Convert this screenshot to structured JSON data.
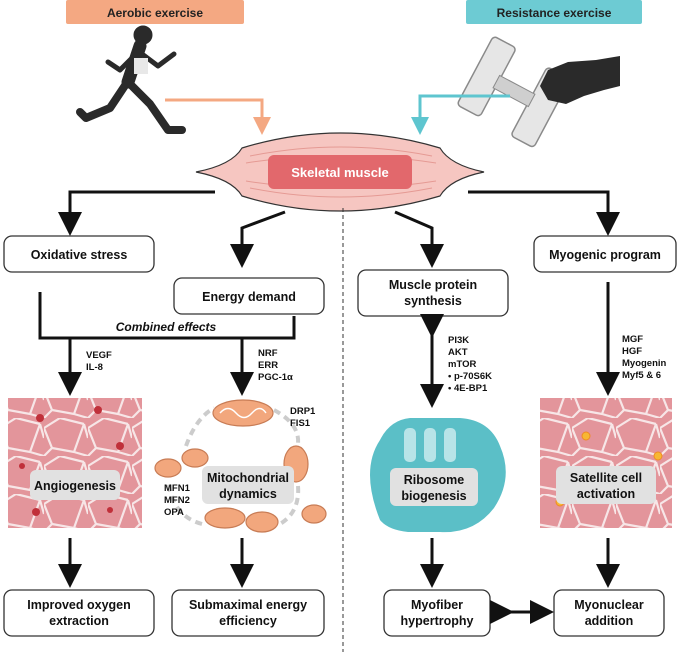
{
  "headers": {
    "aerobic": "Aerobic exercise",
    "resistance": "Resistance exercise"
  },
  "center": {
    "muscle": "Skeletal muscle"
  },
  "boxes": {
    "oxidative_stress": "Oxidative stress",
    "energy_demand": "Energy demand",
    "muscle_protein_synthesis": [
      "Muscle protein",
      "synthesis"
    ],
    "myogenic_program": "Myogenic program",
    "improved_oxygen": [
      "Improved oxygen",
      "extraction"
    ],
    "submaximal_energy": [
      "Submaximal energy",
      "efficiency"
    ],
    "myofiber_hypertrophy": [
      "Myofiber",
      "hypertrophy"
    ],
    "myonuclear_addition": [
      "Myonuclear",
      "addition"
    ]
  },
  "combined_effects": "Combined effects",
  "markers": {
    "vegf": [
      "VEGF",
      "IL-8"
    ],
    "nrf": [
      "NRF",
      "ERR",
      "PGC-1α"
    ],
    "drp": [
      "DRP1",
      "FIS1"
    ],
    "mfn": [
      "MFN1",
      "MFN2",
      "OPA"
    ],
    "pi3k": [
      "PI3K",
      "AKT",
      "mTOR",
      "•  p-70S6K",
      "•  4E-BP1"
    ],
    "mgf": [
      "MGF",
      "HGF",
      "Myogenin",
      "Myf5 & 6"
    ]
  },
  "panels": {
    "angiogenesis": "Angiogenesis",
    "mito_dynamics": [
      "Mitochondrial",
      "dynamics"
    ],
    "ribosome": [
      "Ribosome",
      "biogenesis"
    ],
    "satellite": [
      "Satellite cell",
      "activation"
    ]
  },
  "colors": {
    "aerobic_accent": "#f4a882",
    "resistance_accent": "#5ec5cf",
    "muscle_core": "#e2686c",
    "muscle_fill": "#f6c6c1",
    "tissue": "#d67b85",
    "ribosome": "#5bbfc7"
  }
}
